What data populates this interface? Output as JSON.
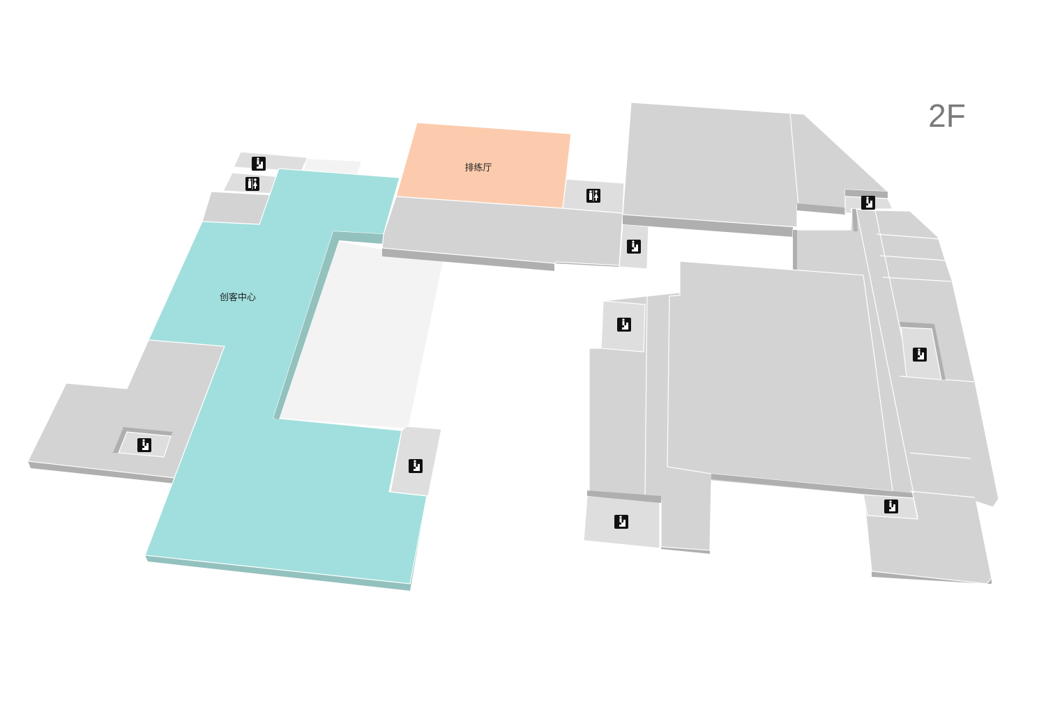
{
  "floor": {
    "label": "2F"
  },
  "rooms": {
    "maker_center": {
      "label": "创客中心",
      "color": "#a0dfdd"
    },
    "rehearsal_hall": {
      "label": "排练厅",
      "color": "#fccbad"
    }
  },
  "colors": {
    "room": "#d3d3d3",
    "wall": "#afafaf",
    "courtyard": "#f3f3f3"
  },
  "icons": {
    "stairs": "stairs-icon",
    "restroom": "restroom-icon"
  }
}
